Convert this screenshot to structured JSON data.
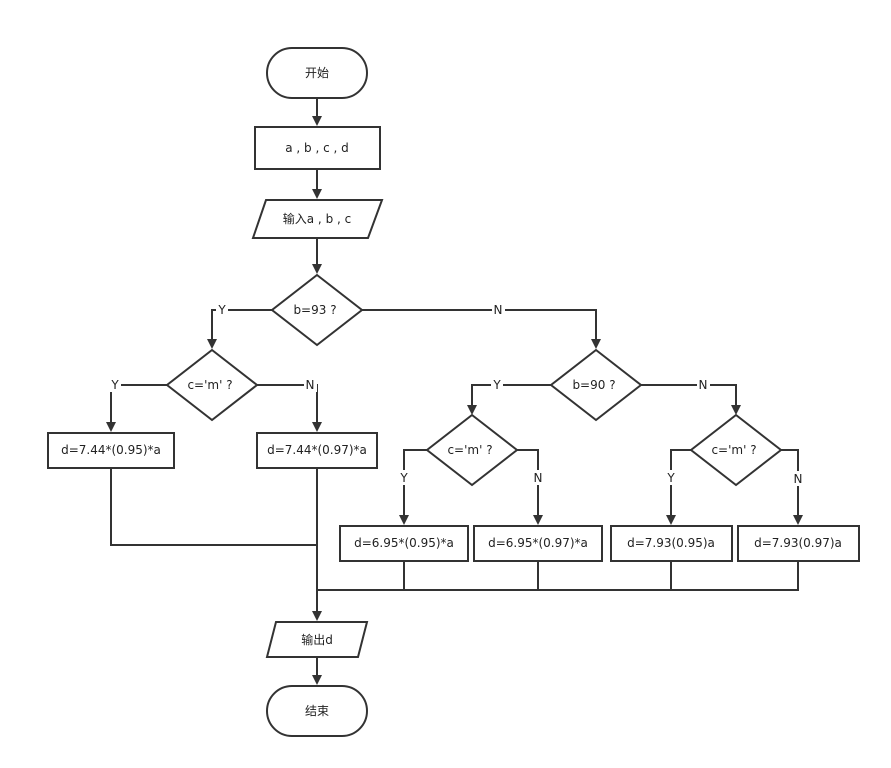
{
  "nodes": {
    "start": "开始",
    "declare": "a , b , c , d",
    "input": "输入a , b , c",
    "cond_b93": "b=93 ?",
    "cond_c_left": "c='m' ?",
    "calc_744_95": "d=7.44*(0.95)*a",
    "calc_744_97": "d=7.44*(0.97)*a",
    "cond_b90": "b=90 ?",
    "cond_c_mid": "c='m' ?",
    "cond_c_right": "c='m' ?",
    "calc_695_95": "d=6.95*(0.95)*a",
    "calc_695_97": "d=6.95*(0.97)*a",
    "calc_793_95": "d=7.93(0.95)a",
    "calc_793_97": "d=7.93(0.97)a",
    "output": "输出d",
    "end": "结束"
  },
  "edge_labels": {
    "b93_yes": "Y",
    "b93_no": "N",
    "c_left_yes": "Y",
    "c_left_no": "N",
    "b90_yes": "Y",
    "b90_no": "N",
    "c_mid_yes": "Y",
    "c_mid_no": "N",
    "c_right_yes": "Y",
    "c_right_no": "N"
  }
}
